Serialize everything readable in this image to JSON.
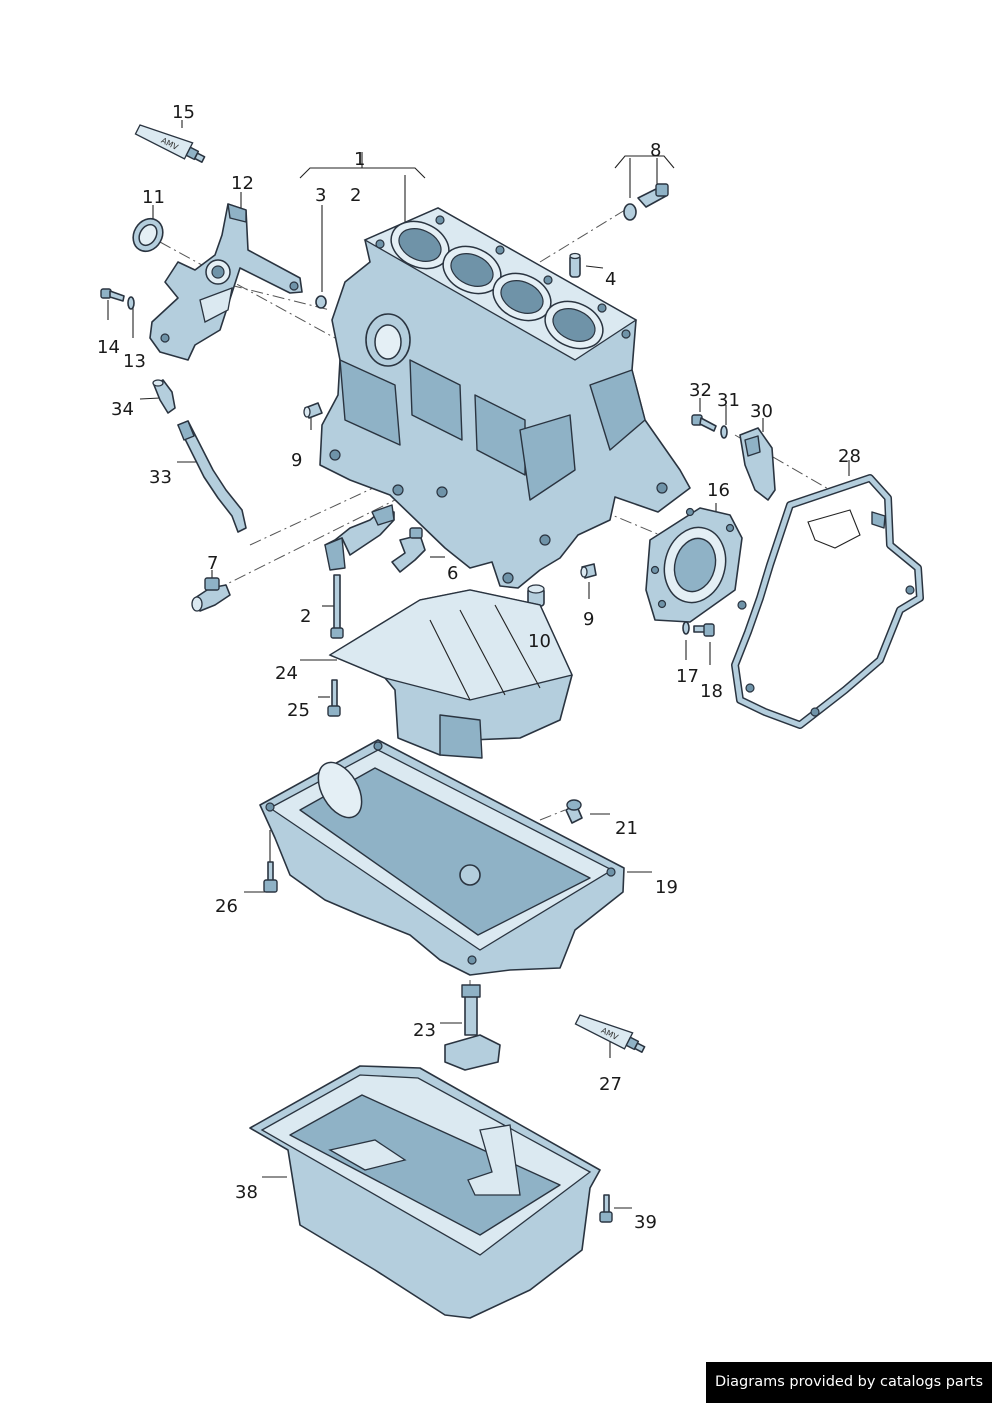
{
  "labels": {
    "p1": "1",
    "p2a": "2",
    "p2b": "2",
    "p3": "3",
    "p4": "4",
    "p6": "6",
    "p7": "7",
    "p8": "8",
    "p9a": "9",
    "p9b": "9",
    "p10": "10",
    "p11": "11",
    "p12": "12",
    "p13": "13",
    "p14": "14",
    "p15": "15",
    "p16": "16",
    "p17": "17",
    "p18": "18",
    "p19": "19",
    "p21": "21",
    "p23": "23",
    "p24": "24",
    "p25": "25",
    "p26": "26",
    "p27": "27",
    "p28": "28",
    "p30": "30",
    "p31": "31",
    "p32": "32",
    "p33": "33",
    "p34": "34",
    "p38": "38",
    "p39": "39"
  },
  "tube_text": {
    "top": "AMV",
    "bottom": "AMV"
  },
  "credit": "Diagrams provided by catalogs parts",
  "colors": {
    "part_fill": "#b4cedd",
    "outline": "#2a3440",
    "credit_bg": "#000000"
  }
}
